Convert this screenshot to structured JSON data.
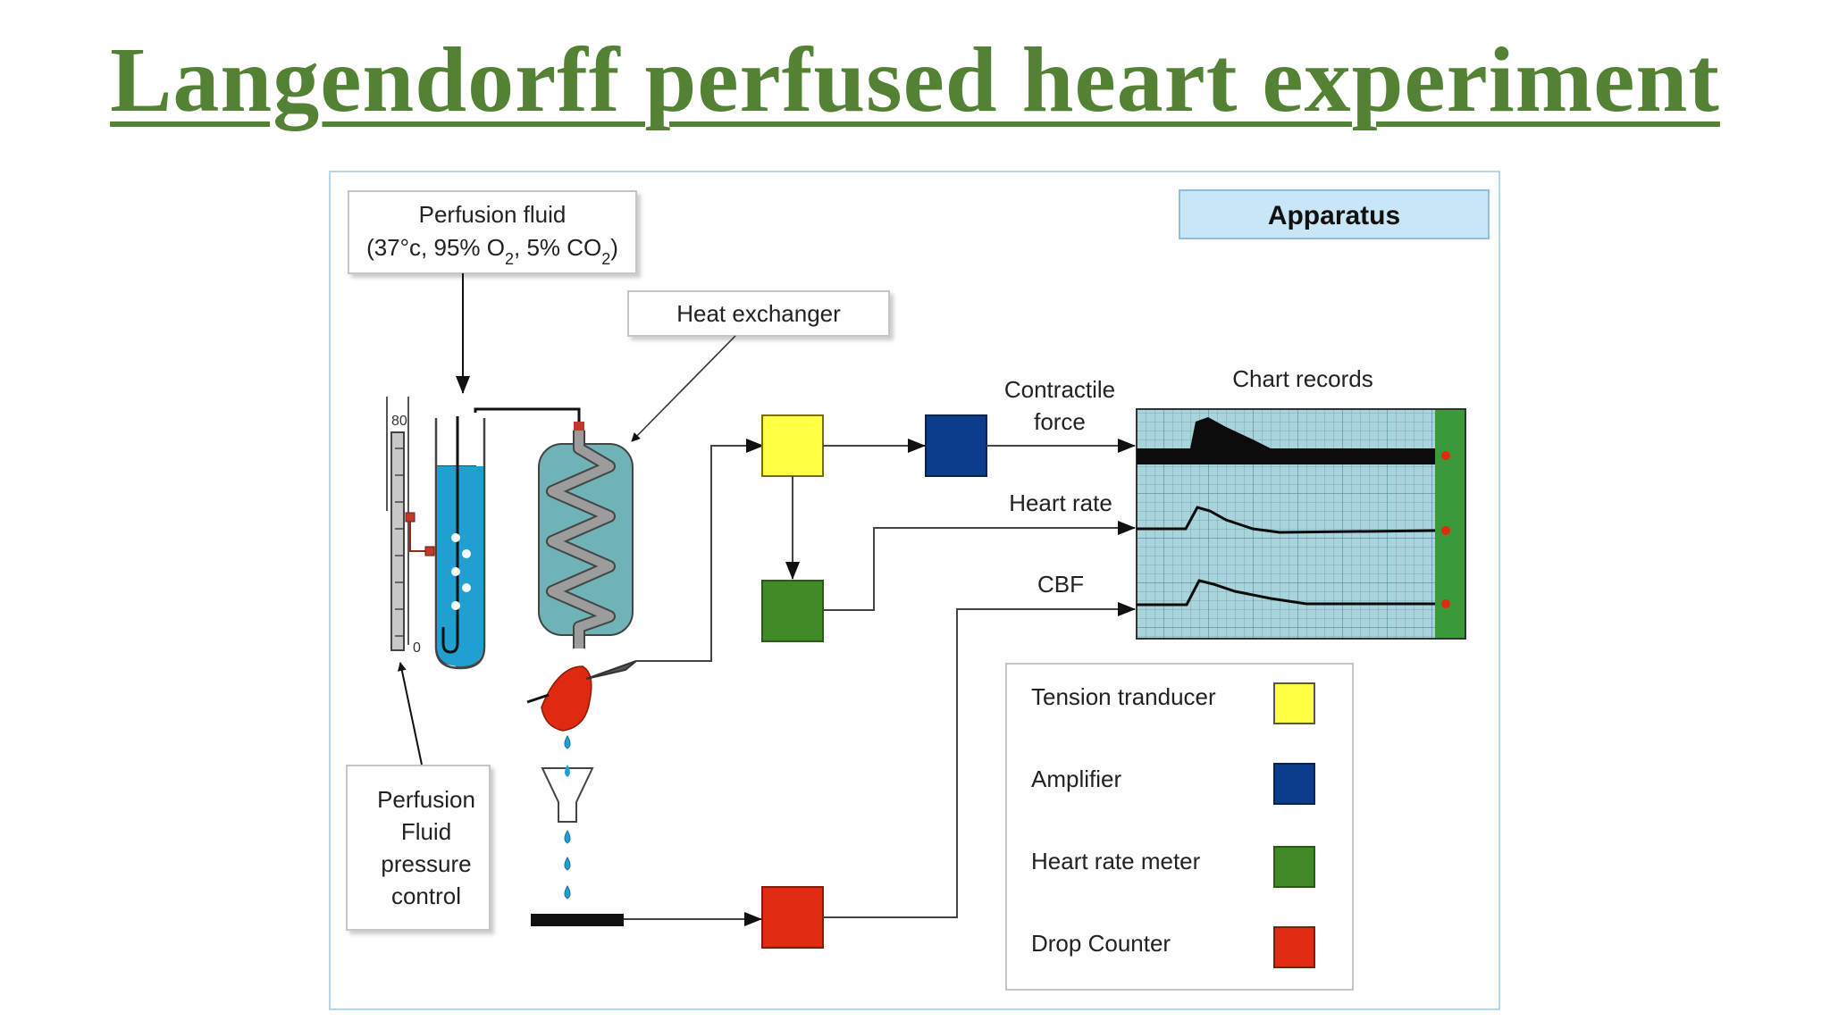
{
  "title": "Langendorff perfused heart experiment",
  "diagram": {
    "header": "Apparatus",
    "perfusion_fluid": {
      "line1": "Perfusion fluid",
      "line2_prefix": "(37°c, 95% O",
      "line2_mid": ", 5% CO",
      "line2_suffix": ")",
      "subscript": "2"
    },
    "heat_exchanger": "Heat exchanger",
    "pressure_control": [
      "Perfusion",
      "Fluid",
      "pressure",
      "control"
    ],
    "manometer": {
      "top": "80",
      "bottom": "0"
    },
    "signals": {
      "contractile_force": [
        "Contractile",
        "force"
      ],
      "heart_rate": "Heart rate",
      "cbf": "CBF"
    },
    "chart_records": "Chart records",
    "legend": [
      {
        "label": "Tension tranducer",
        "color": "#ffff44"
      },
      {
        "label": "Amplifier",
        "color": "#0b3d8c"
      },
      {
        "label": "Heart rate meter",
        "color": "#3f8a24"
      },
      {
        "label": "Drop Counter",
        "color": "#e22b13"
      }
    ],
    "colors": {
      "title": "#548235",
      "tension_transducer": "#ffff44",
      "amplifier": "#0b3d8c",
      "heart_rate_meter": "#3f8a24",
      "drop_counter": "#e22b13",
      "chart_paper": "#a9d4dc",
      "heart": "#e02a10",
      "fluid": "#1f9fd2"
    }
  }
}
